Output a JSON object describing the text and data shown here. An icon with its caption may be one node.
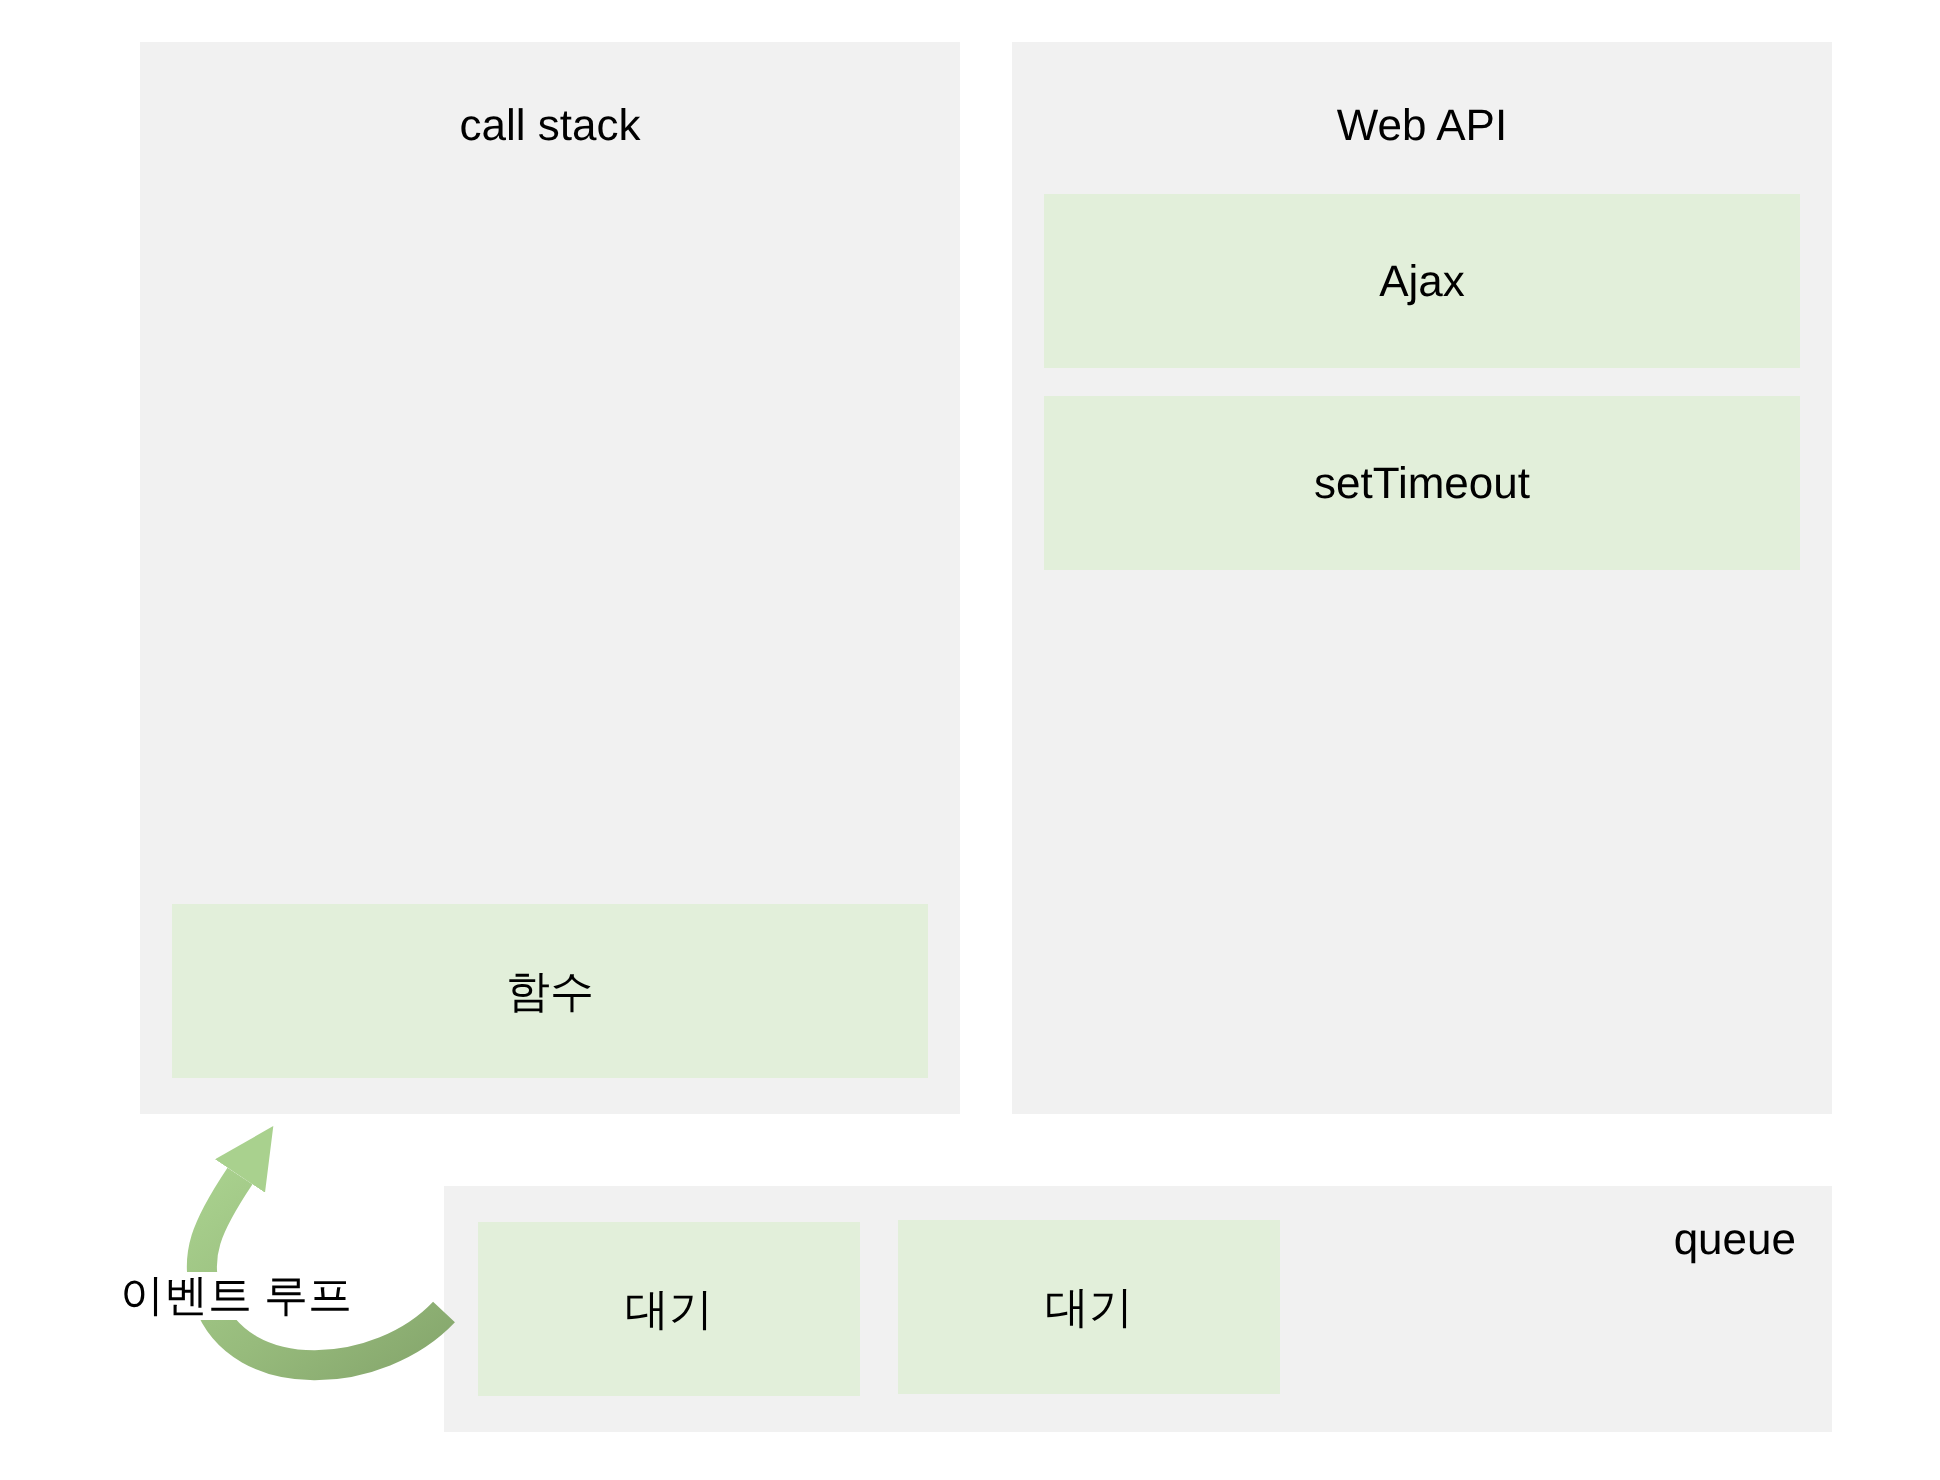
{
  "diagram": {
    "nodes": [
      {
        "text": [
          "call stack"
        ]
      },
      {
        "text": [
          "함수"
        ],
        "in": 0
      },
      {
        "text": [
          "Web API"
        ]
      },
      {
        "text": [
          "Ajax"
        ],
        "in": 2
      },
      {
        "text": [
          "setTimeout"
        ],
        "in": 2
      },
      {
        "text": [
          "queue"
        ]
      },
      {
        "text": [
          "대기"
        ],
        "in": 5
      },
      {
        "text": [
          "대기"
        ],
        "in": 5
      }
    ],
    "edges": [
      {
        "from": 5,
        "to": 0,
        "arrow": "to",
        "label": "이벤트 루프"
      }
    ]
  }
}
